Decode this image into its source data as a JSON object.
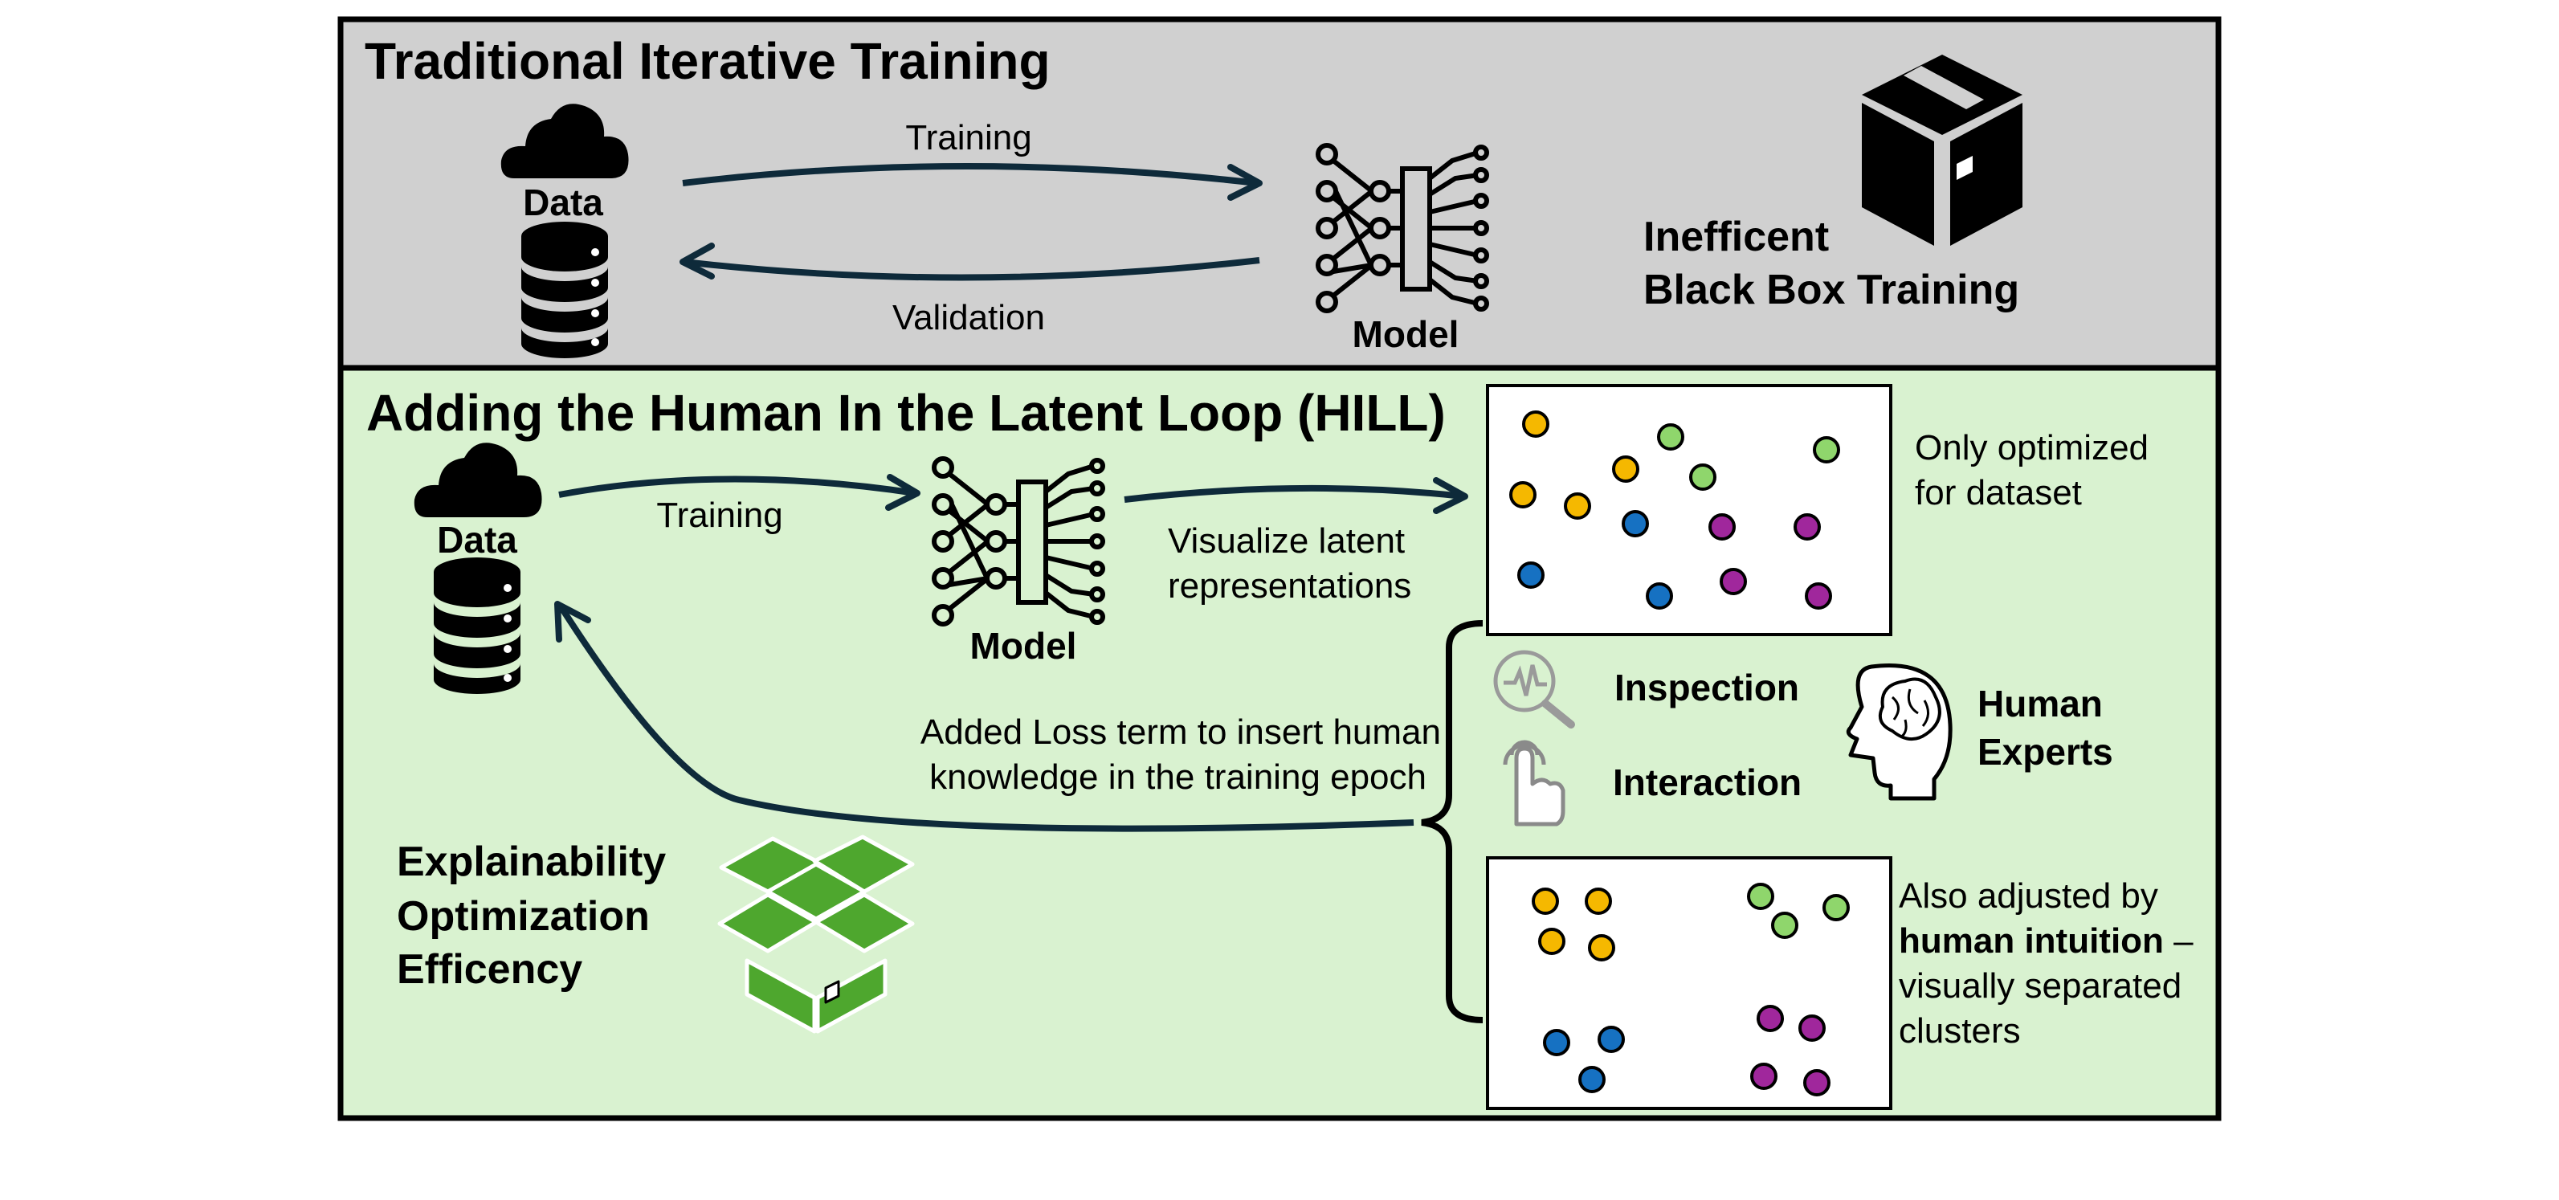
{
  "colors": {
    "top_panel": "#d0d0d0",
    "bottom_panel": "#d9f2d0",
    "arrow": "#0e2a3a",
    "box_green": "#4ea72e",
    "yellow": "#f5b800",
    "green": "#8fd66c",
    "blue": "#1671c2",
    "purple": "#a0279c"
  },
  "top": {
    "title": "Traditional Iterative Training",
    "data_label": "Data",
    "model_label": "Model",
    "training_label": "Training",
    "validation_label": "Validation",
    "blackbox_line1": "Inefficent",
    "blackbox_line2": "Black Box Training"
  },
  "bottom": {
    "title": "Adding the Human In the Latent Loop (HILL)",
    "data_label": "Data",
    "model_label": "Model",
    "training_label": "Training",
    "visualize_line1": "Visualize latent",
    "visualize_line2": "representations",
    "loss_line1": "Added Loss term to insert human",
    "loss_line2": "knowledge in the training epoch",
    "only_line1": "Only optimized",
    "only_line2": "for dataset",
    "inspection": "Inspection",
    "interaction": "Interaction",
    "experts_line1": "Human",
    "experts_line2": "Experts",
    "adjusted_line1": "Also adjusted by",
    "adjusted_bold": "human intuition",
    "adjusted_dash": " –",
    "adjusted_line3": "visually separated",
    "adjusted_line4": "clusters",
    "benefit_1": "Explainability",
    "benefit_2": "Optimization",
    "benefit_3": "Efficency"
  }
}
